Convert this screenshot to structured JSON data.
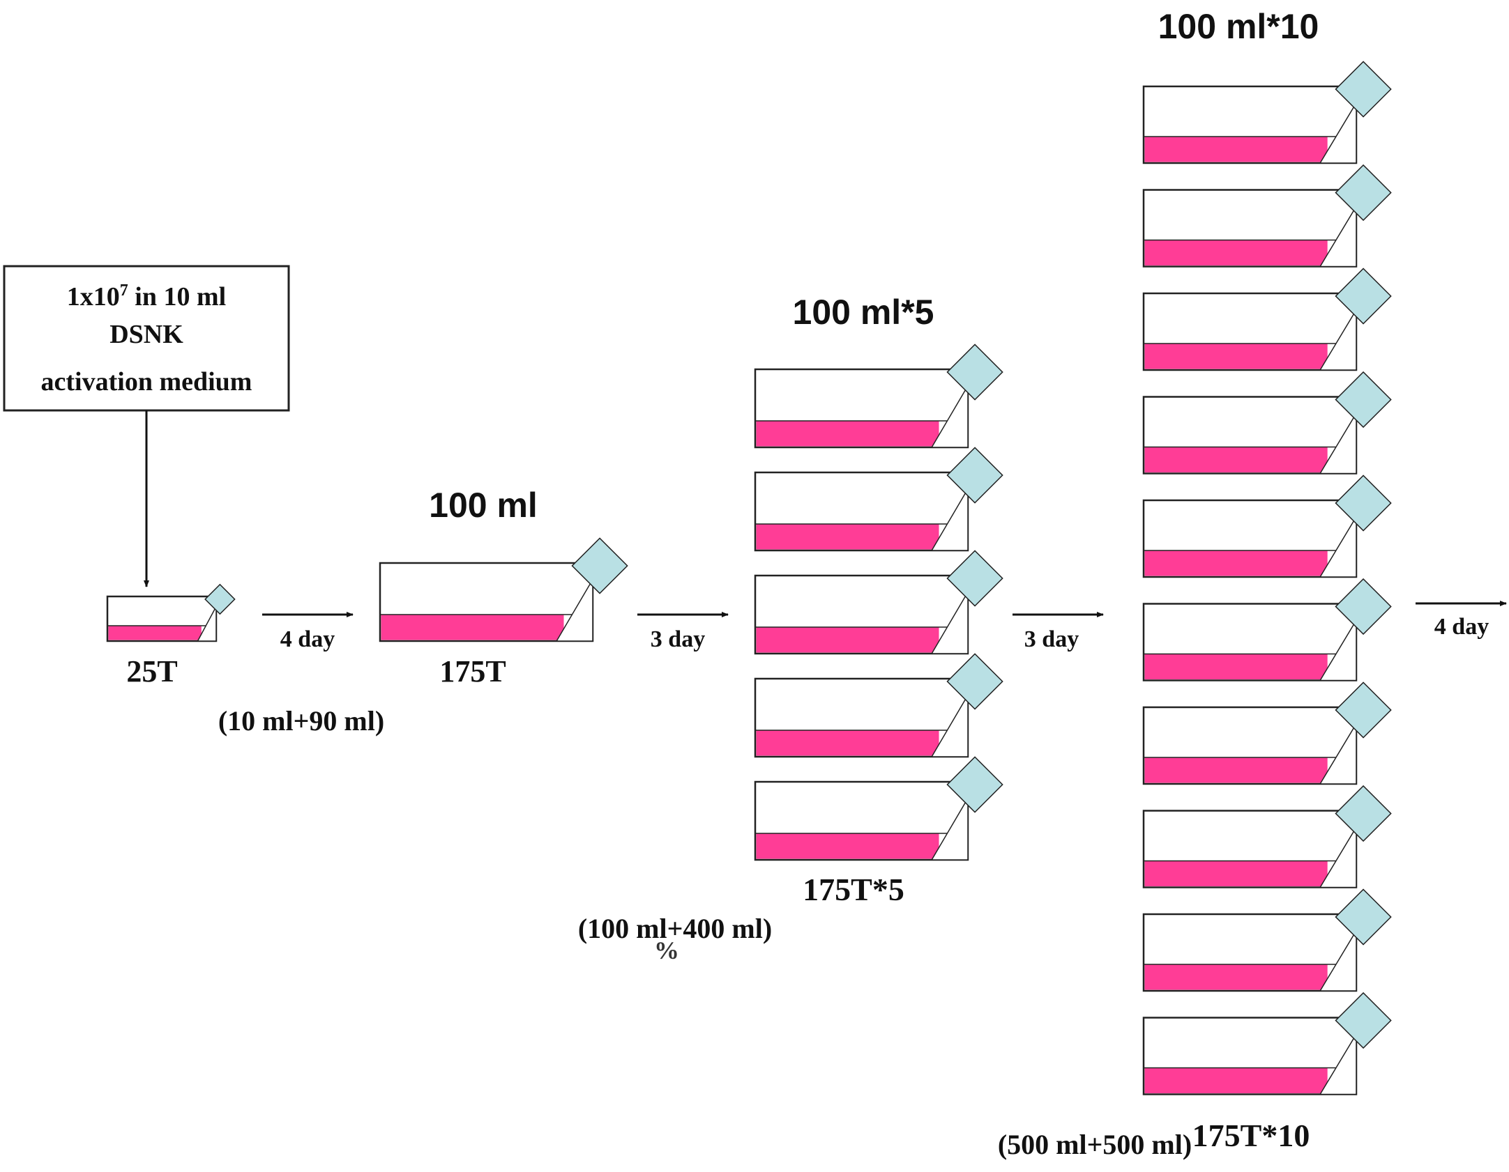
{
  "colors": {
    "medium": "#ff3d96",
    "cap": "#b9e0e4",
    "outline": "#222222",
    "background": "#ffffff"
  },
  "icons": [
    "culture-flask-icon",
    "arrow-right-icon"
  ],
  "start_box": {
    "line1_pre": "1x10",
    "line1_sup": "7",
    "line1_post": " in 10 ml",
    "line2": "DSNK",
    "line3": "activation medium"
  },
  "stage1": {
    "flask": "25T",
    "count": 1
  },
  "step1": {
    "arrow_label": "4 day",
    "dilution": "(10 ml+90 ml)"
  },
  "stage2": {
    "volume": "100 ml",
    "flask": "175T",
    "count": 1
  },
  "step2": {
    "arrow_label": "3 day",
    "dilution": "(100 ml+400 ml)",
    "stray_mark": "%"
  },
  "stage3": {
    "volume": "100 ml*5",
    "flask": "175T*5",
    "count": 5
  },
  "step3": {
    "arrow_label": "3 day",
    "dilution": "(500 ml+500 ml)"
  },
  "stage4": {
    "volume": "100 ml*10",
    "flask": "175T*10",
    "count": 10
  },
  "step4": {
    "arrow_label": "4 day"
  }
}
